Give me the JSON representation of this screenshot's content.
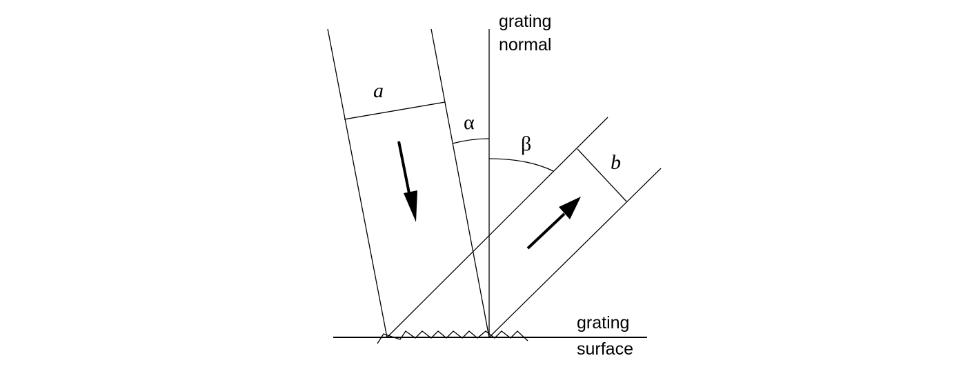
{
  "labels": {
    "normal_line1": "grating",
    "normal_line2": "normal",
    "surface_line1": "grating",
    "surface_line2": "surface",
    "width_incident": "a",
    "width_diffracted": "b",
    "angle_incident": "α",
    "angle_diffracted": "β"
  },
  "colors": {
    "stroke": "#000000",
    "background": "#ffffff"
  }
}
